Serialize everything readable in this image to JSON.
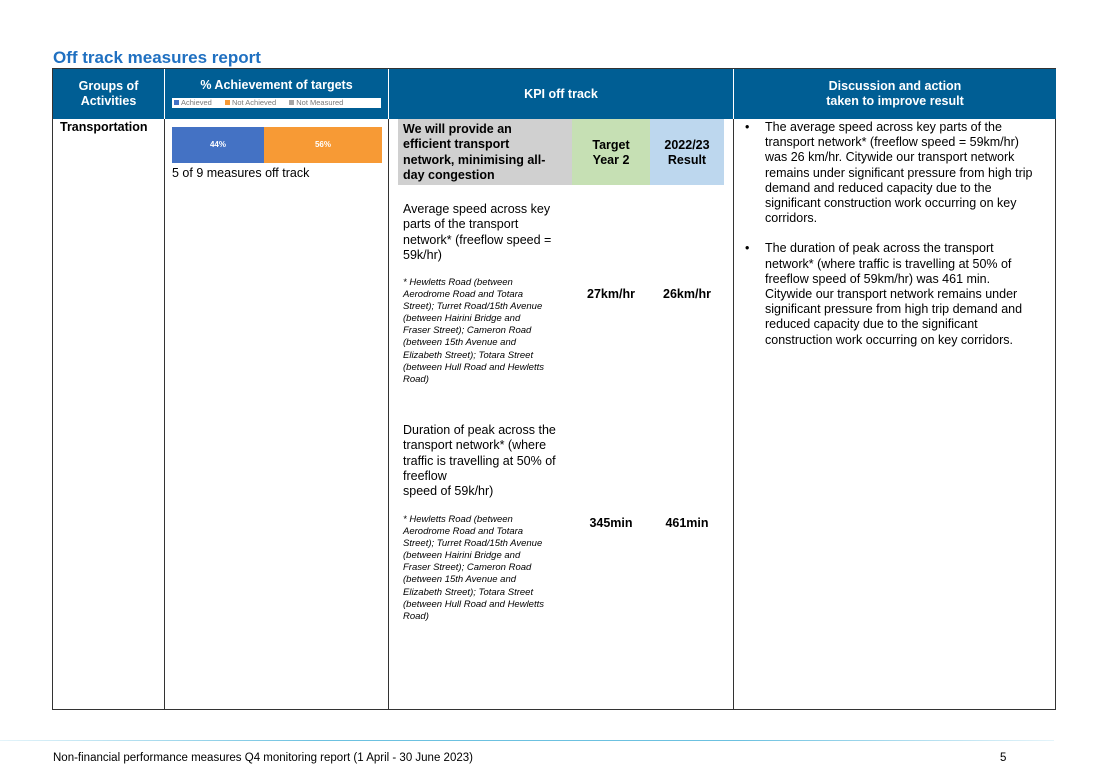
{
  "title": "Off track measures report",
  "table": {
    "headers": {
      "groups": [
        "Groups of",
        "Activities"
      ],
      "achievement": "% Achievement of targets",
      "kpi": "KPI off track",
      "discussion": [
        "Discussion and action",
        "taken to improve result"
      ]
    },
    "legend": {
      "achieved": "Achieved",
      "not_achieved": "Not Achieved",
      "not_measured": "Not Measured"
    },
    "group": "Transportation",
    "bar": {
      "achieved_pct": 44,
      "not_achieved_pct": 56,
      "achieved_label": "44%",
      "not_achieved_label": "56%",
      "achieved_color": "#4472c4",
      "not_achieved_color": "#f79a35",
      "not_measured_color": "#a5a5a5"
    },
    "measures_off_track": "5 of 9 measures off track",
    "kpi_goal": [
      "We will provide an",
      "efficient transport",
      "network, minimising all-",
      "day congestion"
    ],
    "target_header": [
      "Target",
      "Year 2"
    ],
    "result_header": [
      "2022/23",
      "Result"
    ],
    "measures": [
      {
        "description": [
          "Average speed across key",
          "parts of the transport",
          "network* (freeflow speed =",
          "59k/hr)"
        ],
        "footnote": [
          "* Hewletts Road (between",
          "Aerodrome Road and Totara",
          "Street); Turret Road/15th Avenue",
          "(between Hairini Bridge and",
          "Fraser Street); Cameron Road",
          "(between 15th Avenue and",
          "Elizabeth Street); Totara Street",
          "(between Hull Road and Hewletts",
          "Road)"
        ],
        "target": "27km/hr",
        "result": "26km/hr"
      },
      {
        "description": [
          "Duration of peak across the",
          "transport network* (where",
          "traffic is travelling at 50% of",
          "freeflow",
          "speed of 59k/hr)"
        ],
        "footnote": [
          "* Hewletts Road (between",
          "Aerodrome Road and Totara",
          "Street); Turret Road/15th Avenue",
          "(between Hairini Bridge and",
          "Fraser Street); Cameron Road",
          "(between 15th Avenue and",
          "Elizabeth Street); Totara Street",
          "(between Hull Road and Hewletts",
          "Road)"
        ],
        "target": "345min",
        "result": "461min"
      }
    ],
    "discussion": [
      {
        "bullet": "•",
        "lines": [
          "The average speed across key parts of the",
          "transport network* (freeflow speed = 59km/hr)",
          "was 26 km/hr. Citywide our transport network",
          "remains under significant pressure from high trip",
          "demand and reduced capacity due to the",
          "significant construction work occurring on key",
          "corridors."
        ]
      },
      {
        "bullet": "•",
        "lines": [
          "The duration of peak across the transport",
          "network* (where traffic is travelling at 50% of",
          "freeflow speed of 59km/hr) was 461 min.",
          "Citywide our transport network remains under",
          "significant pressure from high trip demand and",
          "reduced capacity due to the significant",
          "construction work occurring on key corridors."
        ]
      }
    ]
  },
  "footer": {
    "text": "Non-financial performance measures Q4 monitoring report (1 April - 30 June 2023)",
    "page": "5"
  }
}
